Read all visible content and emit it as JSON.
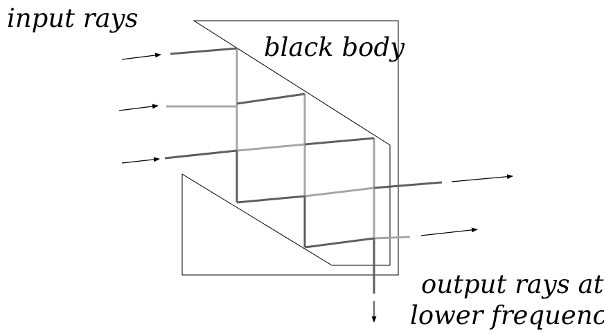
{
  "labels": {
    "input": "input rays",
    "body": "black body",
    "output_line1": "output rays at",
    "output_line2": "lower frequency"
  },
  "colors": {
    "dark_ray": "#5e5e5e",
    "light_ray": "#a6a6a6",
    "outline": "#000000",
    "background": "#ffffff"
  }
}
